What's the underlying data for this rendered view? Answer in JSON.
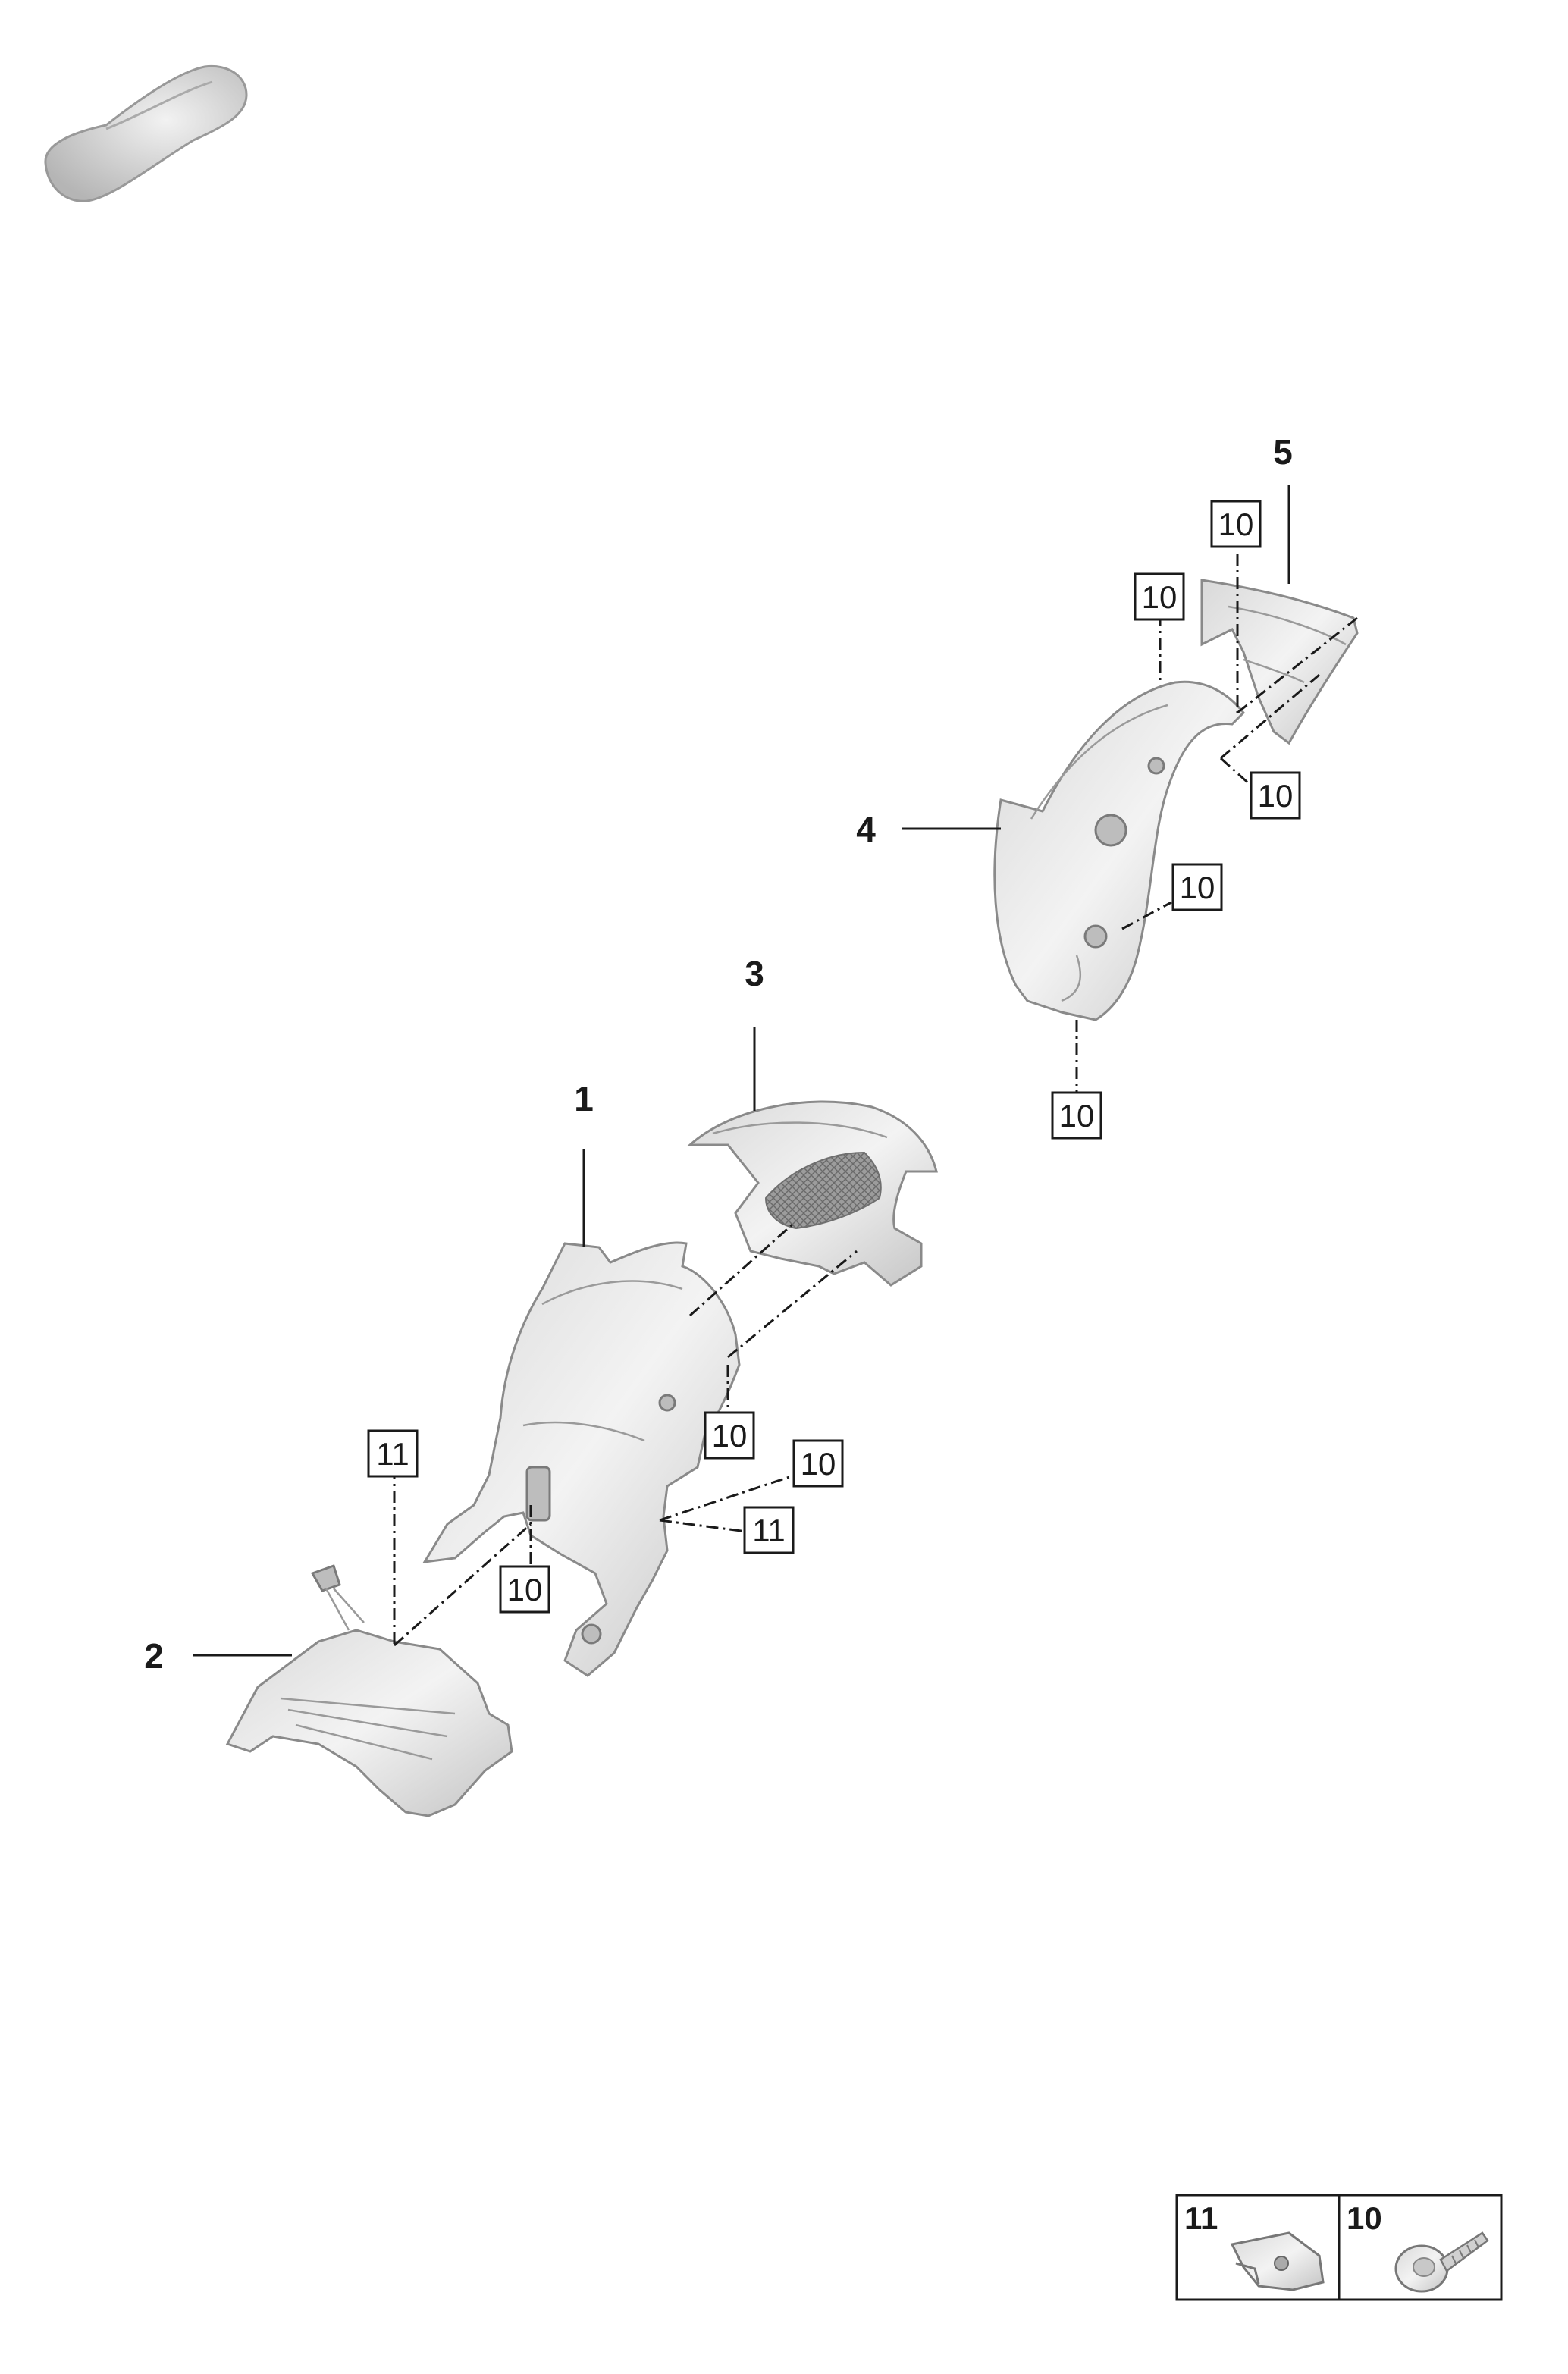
{
  "diagram": {
    "parts": [
      {
        "id": "1",
        "label": "1"
      },
      {
        "id": "2",
        "label": "2"
      },
      {
        "id": "3",
        "label": "3"
      },
      {
        "id": "4",
        "label": "4"
      },
      {
        "id": "5",
        "label": "5"
      }
    ],
    "fastener_refs": [
      {
        "label": "10"
      },
      {
        "label": "10"
      },
      {
        "label": "10"
      },
      {
        "label": "10"
      },
      {
        "label": "10"
      },
      {
        "label": "10"
      },
      {
        "label": "10"
      },
      {
        "label": "10"
      },
      {
        "label": "11"
      },
      {
        "label": "11"
      }
    ],
    "legend": [
      {
        "label": "11",
        "icon": "clip-nut-icon"
      },
      {
        "label": "10",
        "icon": "screw-icon"
      }
    ],
    "thumbnail_icon": "car-silhouette-icon"
  }
}
